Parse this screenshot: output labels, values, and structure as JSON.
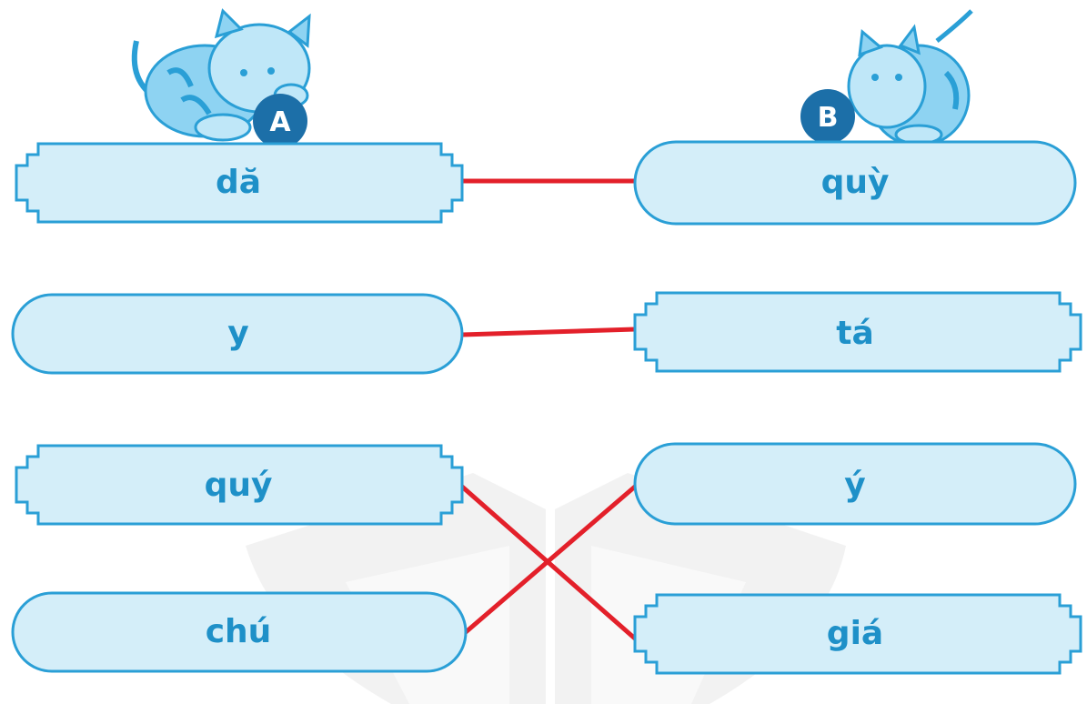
{
  "badges": {
    "left": "A",
    "right": "B"
  },
  "column_a": [
    "dă",
    "y",
    "quý",
    "chú"
  ],
  "column_b": [
    "quỳ",
    "tá",
    "ý",
    "giá"
  ],
  "matches": [
    {
      "a": "dă",
      "b": "quỳ"
    },
    {
      "a": "y",
      "b": "tá"
    },
    {
      "a": "quý",
      "b": "giá"
    },
    {
      "a": "chú",
      "b": "ý"
    }
  ],
  "colors": {
    "box_fill": "#d4eef9",
    "box_stroke": "#2a9fd6",
    "text": "#1e90c8",
    "line": "#e3202a",
    "badge": "#1c6fa8",
    "cat": "#8ed3f2",
    "watermark": "#d9d9d9"
  }
}
